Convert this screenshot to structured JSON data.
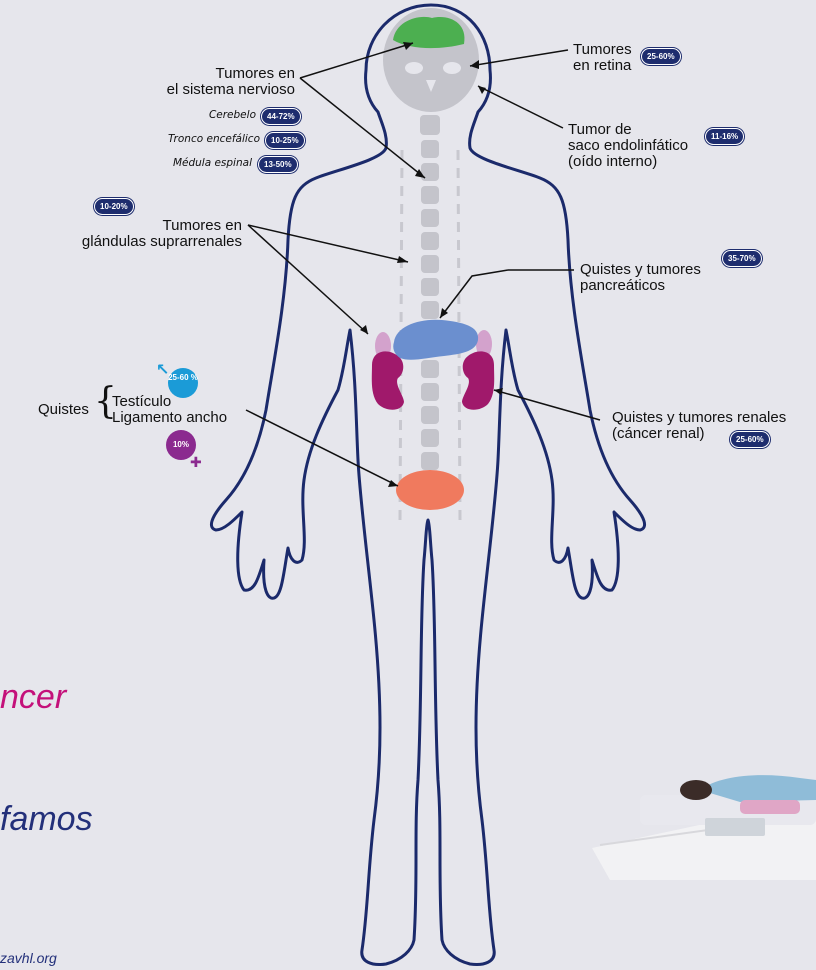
{
  "labels": {
    "nervous_title": "Tumores en\nel sistema nervioso",
    "cerebelo": "Cerebelo",
    "tronco": "Tronco encefálico",
    "medula": "Médula espinal",
    "retina": "Tumores\nen retina",
    "saco": "Tumor de\nsaco endolinfático\n(oído interno)",
    "suprarrenal": "Tumores en\nglándulas suprarrenales",
    "pancreas": "Quistes y tumores\npancreáticos",
    "quistes": "Quistes",
    "testiculo": "Testículo",
    "ligamento": "Ligamento ancho",
    "renal": "Quistes y tumores renales\n(cáncer renal)"
  },
  "badges": {
    "cerebelo": "44-72%",
    "tronco": "10-25%",
    "medula": "13-50%",
    "retina": "25-60%",
    "saco": "11-16%",
    "suprarrenal": "10-20%",
    "pancreas": "35-70%",
    "renal": "25-60%",
    "testiculo": "25-60 %",
    "ligamento": "10%"
  },
  "partial_text": {
    "cancer": "ncer",
    "famos": "famos",
    "url": "zavhl.org"
  },
  "colors": {
    "body_outline": "#1b2a6b",
    "brain": "#4caf50",
    "skull": "#c4c4cb",
    "pancreas": "#6b8fcf",
    "kidney": "#a0196b",
    "adrenal": "#d3a2cc",
    "bladder": "#f07a5e",
    "badge": "#1e2d6e",
    "male_badge": "#1b9bd7",
    "female_badge": "#8b2a8f",
    "pink_text": "#c4117a",
    "blue_text": "#23307a"
  }
}
